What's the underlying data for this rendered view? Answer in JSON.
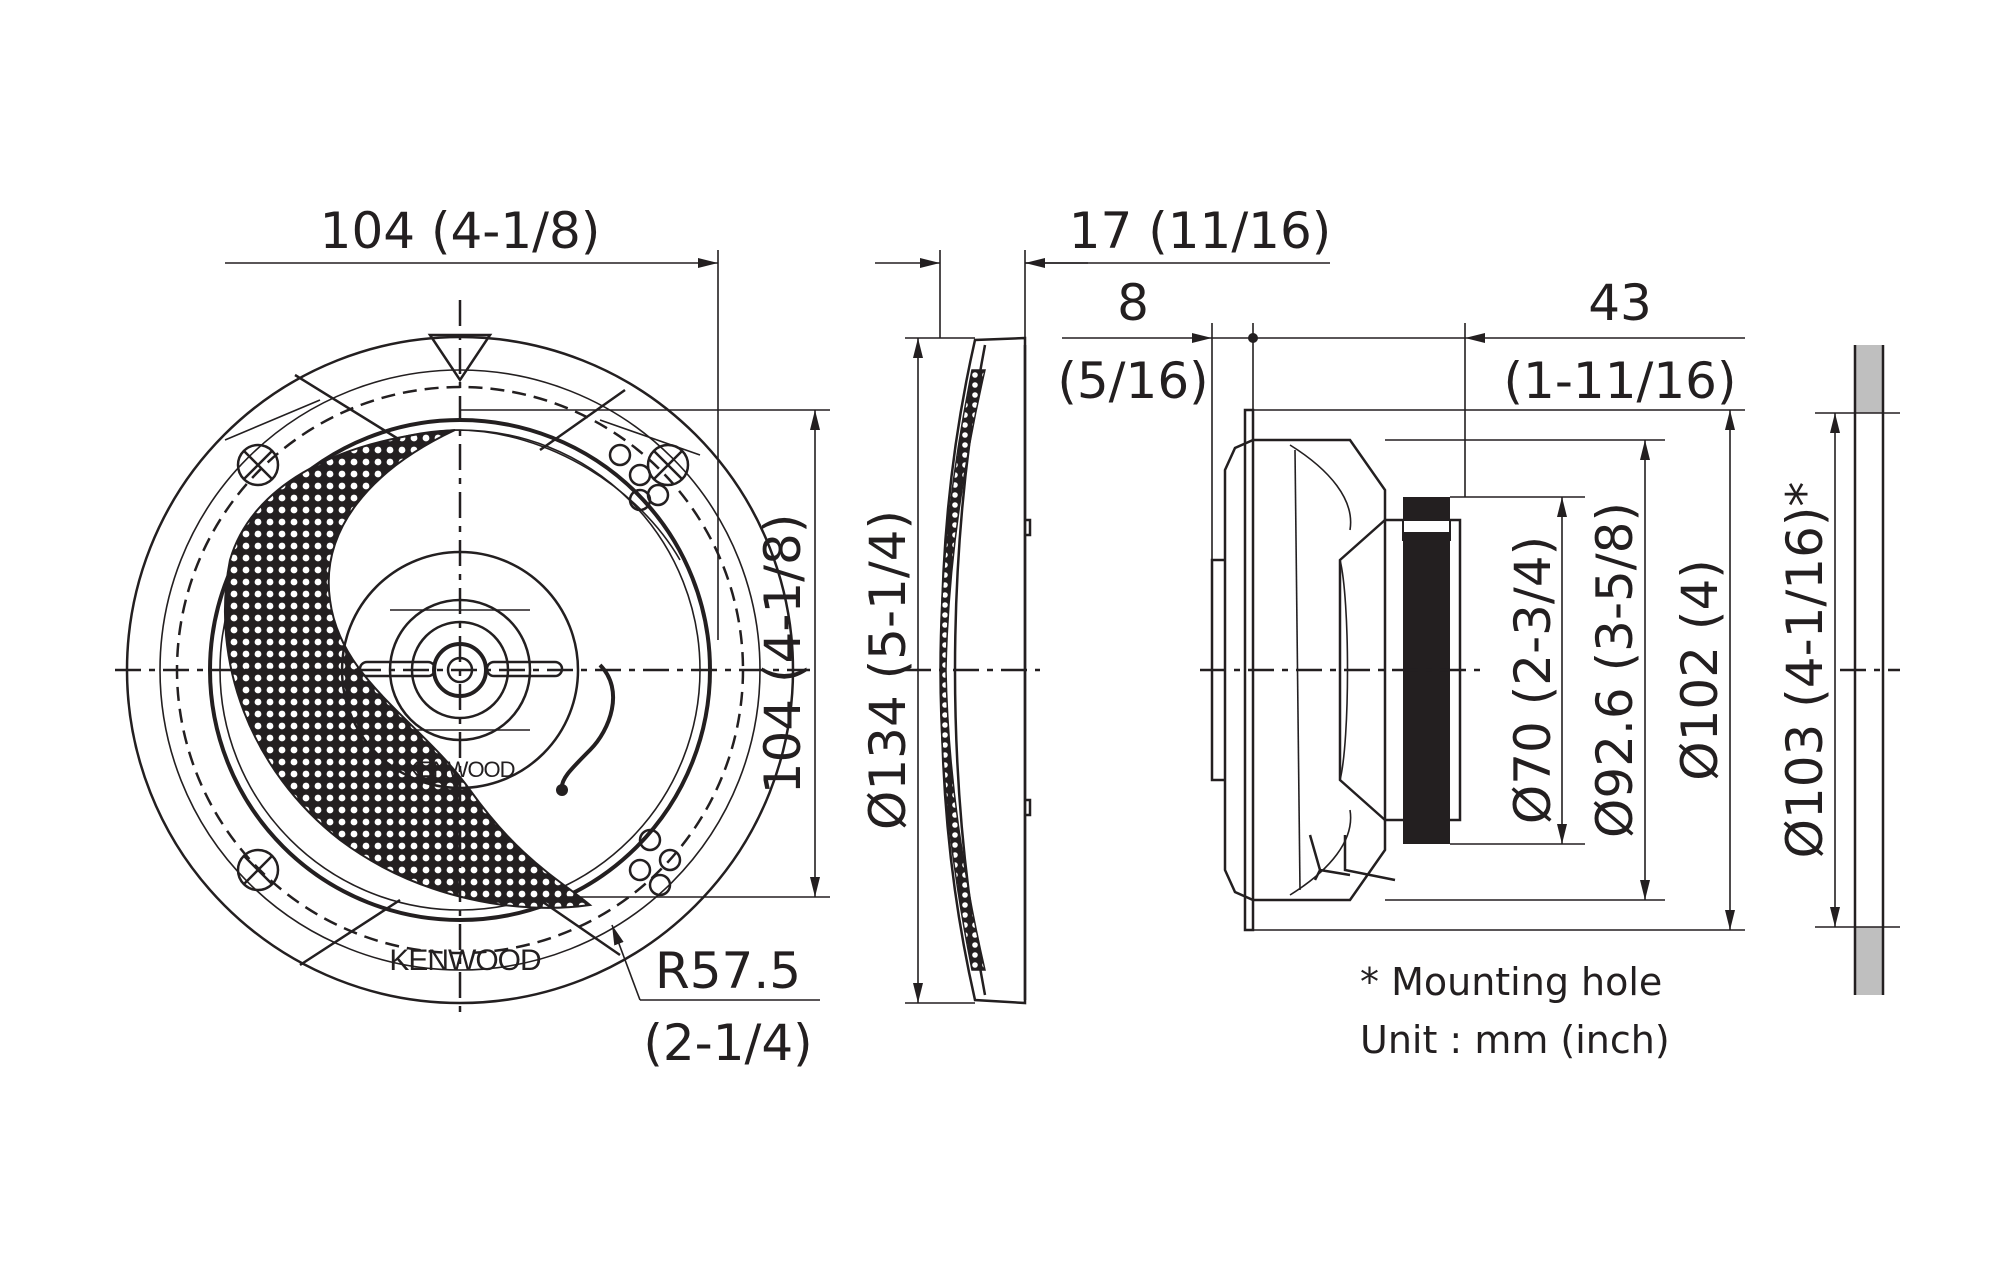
{
  "dimensions": {
    "front_width": "104 (4-1/8)",
    "front_height": "104 (4-1/8)",
    "radius_value": "R57.5",
    "radius_inch": "(2-1/4)",
    "grille_depth": "17 (11/16)",
    "outer_diameter": "Ø134 (5-1/4)",
    "flange_depth_value": "8",
    "flange_depth_inch": "(5/16)",
    "mount_depth_value": "43",
    "mount_depth_inch": "(1-11/16)",
    "magnet_diameter": "Ø70 (2-3/4)",
    "cone_diameter": "Ø92.6 (3-5/8)",
    "basket_diameter": "Ø102 (4)",
    "mounting_hole_diameter": "Ø103 (4-1/16)*"
  },
  "notes": {
    "mounting_hole": "* Mounting hole",
    "unit": "Unit : mm (inch)"
  },
  "brand": {
    "logo_small": "KENWOOD",
    "logo_large": "KENWOOD"
  }
}
